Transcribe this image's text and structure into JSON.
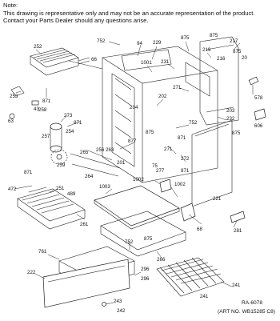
{
  "note": {
    "title": "Note:",
    "line1": "This drawing is representative only and may not be an accurate representation of the product.",
    "line2": "Contact your Parts Dealer should any questions arise."
  },
  "labels": {
    "l752a": "752",
    "l94": "94",
    "l229": "229",
    "l875a": "875",
    "l875b": "875",
    "l217": "217",
    "l252": "252",
    "l66": "66",
    "l1001": "1001",
    "l231": "231",
    "l219": "219",
    "l875c": "875",
    "l216": "216",
    "l20": "20",
    "l253": "253",
    "l871a": "871",
    "l43": "43",
    "l578": "578",
    "l203": "203",
    "l232": "232",
    "l63": "63",
    "l271": "271",
    "l202": "202",
    "l258": "258",
    "l273": "273",
    "l871b": "871",
    "l606": "606",
    "l204": "204",
    "l752b": "752",
    "l257": "257",
    "l254": "254",
    "l871c": "871",
    "l877": "877",
    "l875d": "875",
    "l875e": "875",
    "l256": "256",
    "l265": "265",
    "l263": "263",
    "l201": "201",
    "l271b": "271",
    "l272": "272",
    "l259": "259",
    "l264": "264",
    "l277": "277",
    "l871d": "871",
    "l75": "75",
    "l1002a": "1002",
    "l1002b": "1002",
    "l1003": "1003",
    "l221": "221",
    "l472": "472",
    "l251": "251",
    "l489": "489",
    "l871e": "871",
    "l261": "261",
    "l68": "68",
    "l281": "281",
    "l875f": "875",
    "l752c": "752",
    "l266": "266",
    "l761": "761",
    "l222": "222",
    "l296a": "296",
    "l296b": "296",
    "l241a": "241",
    "l241b": "241",
    "l243": "243",
    "l242": "242"
  },
  "reference": {
    "code": "RA-6078",
    "art": "(ART NO. WB15285 C8)"
  }
}
